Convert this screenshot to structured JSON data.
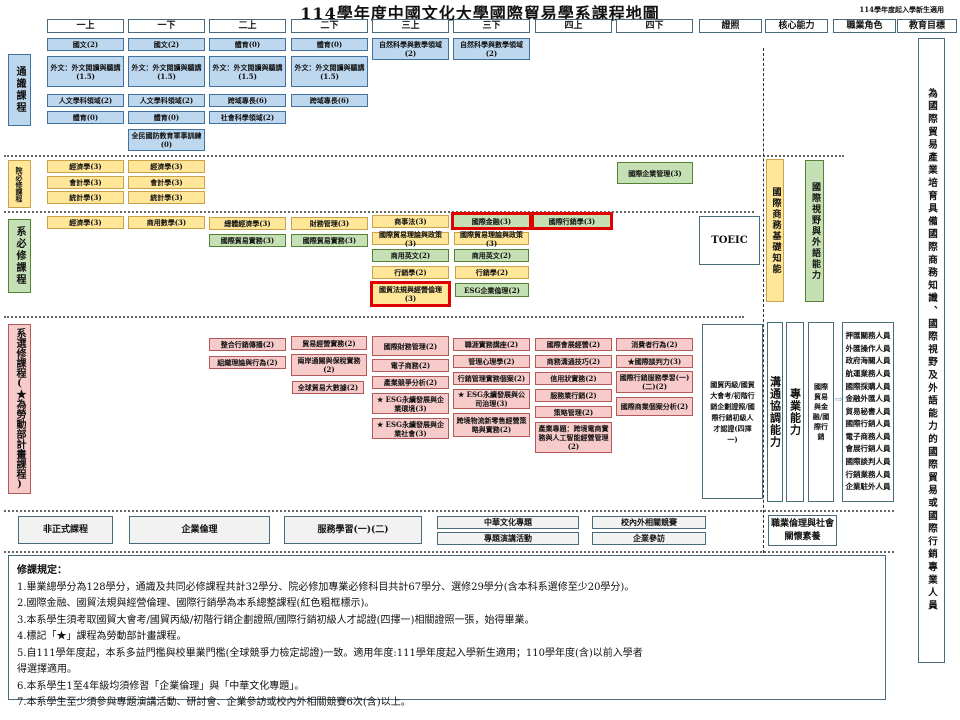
{
  "title": "114學年度中國文化大學國際貿易學系課程地圖",
  "subtitle": "114學年度起入學新生適用",
  "headers": [
    "一上",
    "一下",
    "二上",
    "二下",
    "三上",
    "三下",
    "四上",
    "四下",
    "證照",
    "核心能力",
    "職業角色",
    "教育目標"
  ],
  "categories": {
    "general": "通識課程",
    "college": "院必修課程",
    "dept_required": "系必修課程",
    "dept_elective": "系選修課程(★為勞動部計畫課程)"
  },
  "general_courses": {
    "y1a": [
      "國文(2)",
      "外文：外文閱讀與聽講(1.5)",
      "人文學科領域(2)",
      "體育(0)"
    ],
    "y1b": [
      "國文(2)",
      "外文：外文閱讀與聽講(1.5)",
      "人文學科領域(2)",
      "體育(0)",
      "全民國防教育軍事訓練(0)"
    ],
    "y2a": [
      "體育(0)",
      "外文：外文閱讀與聽講(1.5)",
      "跨域專長(6)",
      "社會科學領域(2)"
    ],
    "y2b": [
      "體育(0)",
      "外文：外文閱讀與聽講(1.5)",
      "跨域專長(6)"
    ],
    "y3a": [
      "自然科學與數學領域(2)"
    ],
    "y3b": [
      "自然科學與數學領域(2)"
    ]
  },
  "college_courses": {
    "y1a": [
      "經濟學(3)",
      "會計學(3)",
      "統計學(3)"
    ],
    "y1b": [
      "經濟學(3)",
      "會計學(3)",
      "統計學(3)"
    ],
    "y4b": [
      "國際企業管理(3)"
    ]
  },
  "dept_required": {
    "y1a": [
      "經濟學(3)"
    ],
    "y1b": [
      "商用數學(3)"
    ],
    "y2a": [
      "總體經濟學(3)",
      "國際貿易實務(3)"
    ],
    "y2b": [
      "財務管理(3)",
      "國際貿易實務(3)"
    ],
    "y3a": [
      "商事法(3)",
      "國際貿易理論與政策(3)",
      "商用英文(2)",
      "行銷學(2)",
      "國貿法規與經營倫理(3)"
    ],
    "y3b": [
      "國際金融(3)",
      "國際貿易理論與政策(3)",
      "商用英文(2)",
      "行銷學(2)",
      "ESG企業倫理(2)"
    ],
    "y4a": [
      "國際行銷學(3)"
    ]
  },
  "dept_elective": {
    "y2a": [
      "整合行銷傳播(2)",
      "組織理論與行為(2)"
    ],
    "y2b": [
      "貿易經營實務(2)",
      "兩岸通關與保稅實務(2)",
      "全球貿易大數據(2)"
    ],
    "y3a": [
      "國際財務管理(2)",
      "電子商務(2)",
      "產業競爭分析(2)",
      "★ ESG永續發展與企業環境(3)",
      "★ ESG永續發展與企業社會(3)"
    ],
    "y3b": [
      "職涯實務講座(2)",
      "管理心理學(2)",
      "行銷管理實務個案(2)",
      "★ ESG永續發展與公司治理(3)",
      "跨境物流新零售經營策略與實務(2)"
    ],
    "y4a": [
      "國際會展經營(2)",
      "商務溝通技巧(2)",
      "信用狀實務(2)",
      "服務業行銷(2)",
      "策略管理(2)",
      "產業專題：跨境電商實務與人工智能經營管理(2)"
    ],
    "y4b": [
      "消費者行為(2)",
      "★國際談判力(3)",
      "國際行銷服務學習(一)(二)(2)",
      "國際商業個案分析(2)"
    ]
  },
  "certificates": {
    "toeic": "TOEIC",
    "trade": "國貿丙級/國貿大會考/初階行銷企劃證照/國際行銷初級人才認證(四擇一)"
  },
  "core_abilities": {
    "business_basic": "國際商務基礎知能",
    "global_language": "國際視野與外語能力",
    "communication": "溝通協調能力",
    "professional": "專業能力",
    "trade_finance": "國際貿易與金融/國際行銷"
  },
  "career_roles": [
    "押匯關務人員",
    "外匯操作人員",
    "政府海關人員",
    "航運業務人員",
    "國際採購人員",
    "金融外匯人員",
    "貿易秘書人員",
    "國際行銷人員",
    "電子商務人員",
    "會展行銷人員",
    "國際談判人員",
    "行銷業務人員",
    "企業駐外人員"
  ],
  "education_goal": "為國際貿易產業培育具備國際商務知識、國際視野及外語能力的國際貿易或國際行銷專業人員",
  "informal": {
    "label": "非正式課程",
    "items": [
      "企業倫理",
      "服務學習(一)(二)",
      "中華文化專題",
      "專題演講活動",
      "校內外相關競賽",
      "企業參訪"
    ],
    "ability": "職業倫理與社會關懷素養"
  },
  "rules": {
    "heading": "修課規定：",
    "items": [
      "1.畢業總學分為128學分，通識及共同必修課程共計32學分、院必修加專業必修科目共計67學分、選修29學分(含本科系選修至少20學分)。",
      "2.國際金融、國貿法規與經營倫理、國際行銷學為本系總整課程(紅色粗框標示)。",
      "3.本系學生須考取國貿大會考/國貿丙級/初階行銷企劃證照/國際行銷初級人才認證(四擇一)相關證照一張，始得畢業。",
      "4.標記「★」課程為勞動部計畫課程。",
      "5.自111學年度起，本系多益門檻與校畢業門檻(全球競爭力檢定認證)一致。適用年度:111學年度起入學新生適用；110學年度(含)以前入學者",
      "得選擇適用。",
      "6.本系學生1至4年級均須修習「企業倫理」與「中華文化專題」。",
      "7.本系學生至少須參與專題演講活動、研討會、企業參訪或校內外相關競賽6次(含)以上。"
    ]
  },
  "colors": {
    "general": "#bdd7ee",
    "college": "#ffe699",
    "required": "#c5e0b4",
    "elective": "#f8cbcb",
    "capstone_frame": "#e00000"
  }
}
